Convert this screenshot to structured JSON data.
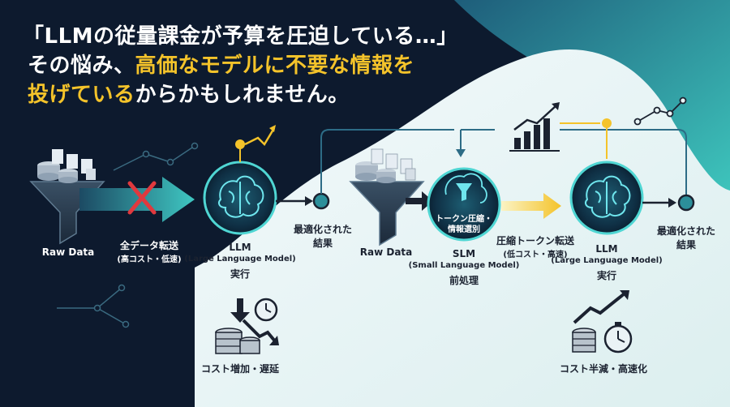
{
  "headline": {
    "line1": "「LLMの従量課金が予算を圧迫している…」",
    "line2_pre": "その悩み、",
    "line2_accent": "高価なモデルに不要な情報を",
    "line3_accent": "投げている",
    "line3_post": "からかもしれません。"
  },
  "left_flow": {
    "source_label": "Raw Data",
    "transfer_label": "全データ転送",
    "transfer_sub": "(高コスト・低速)",
    "llm_title": "LLM",
    "llm_sub": "(Large Language Model)",
    "llm_action": "実行",
    "result_label_1": "最適化された",
    "result_label_2": "結果",
    "outcome_label": "コスト増加・遅延"
  },
  "right_flow": {
    "source_label": "Raw Data",
    "slm_inner_1": "トークン圧縮・",
    "slm_inner_2": "情報選別",
    "slm_title": "SLM",
    "slm_sub": "(Small Language Model)",
    "slm_action": "前処理",
    "transfer_label": "圧縮トークン転送",
    "transfer_sub": "(低コスト・高速)",
    "llm_title": "LLM",
    "llm_sub": "(Large Language Model)",
    "llm_action": "実行",
    "result_label_1": "最適化された",
    "result_label_2": "結果",
    "outcome_label": "コスト半減・高速化"
  },
  "icons": [
    "funnel-icon",
    "database-icon",
    "document-icon",
    "brain-icon",
    "cross-icon",
    "chart-up-icon",
    "clock-icon",
    "coins-icon",
    "filter-icon"
  ],
  "colors": {
    "navy": "#0d1a2e",
    "accent": "#f4c32a",
    "teal": "#3ec9c0",
    "light": "#eaf6f7"
  }
}
